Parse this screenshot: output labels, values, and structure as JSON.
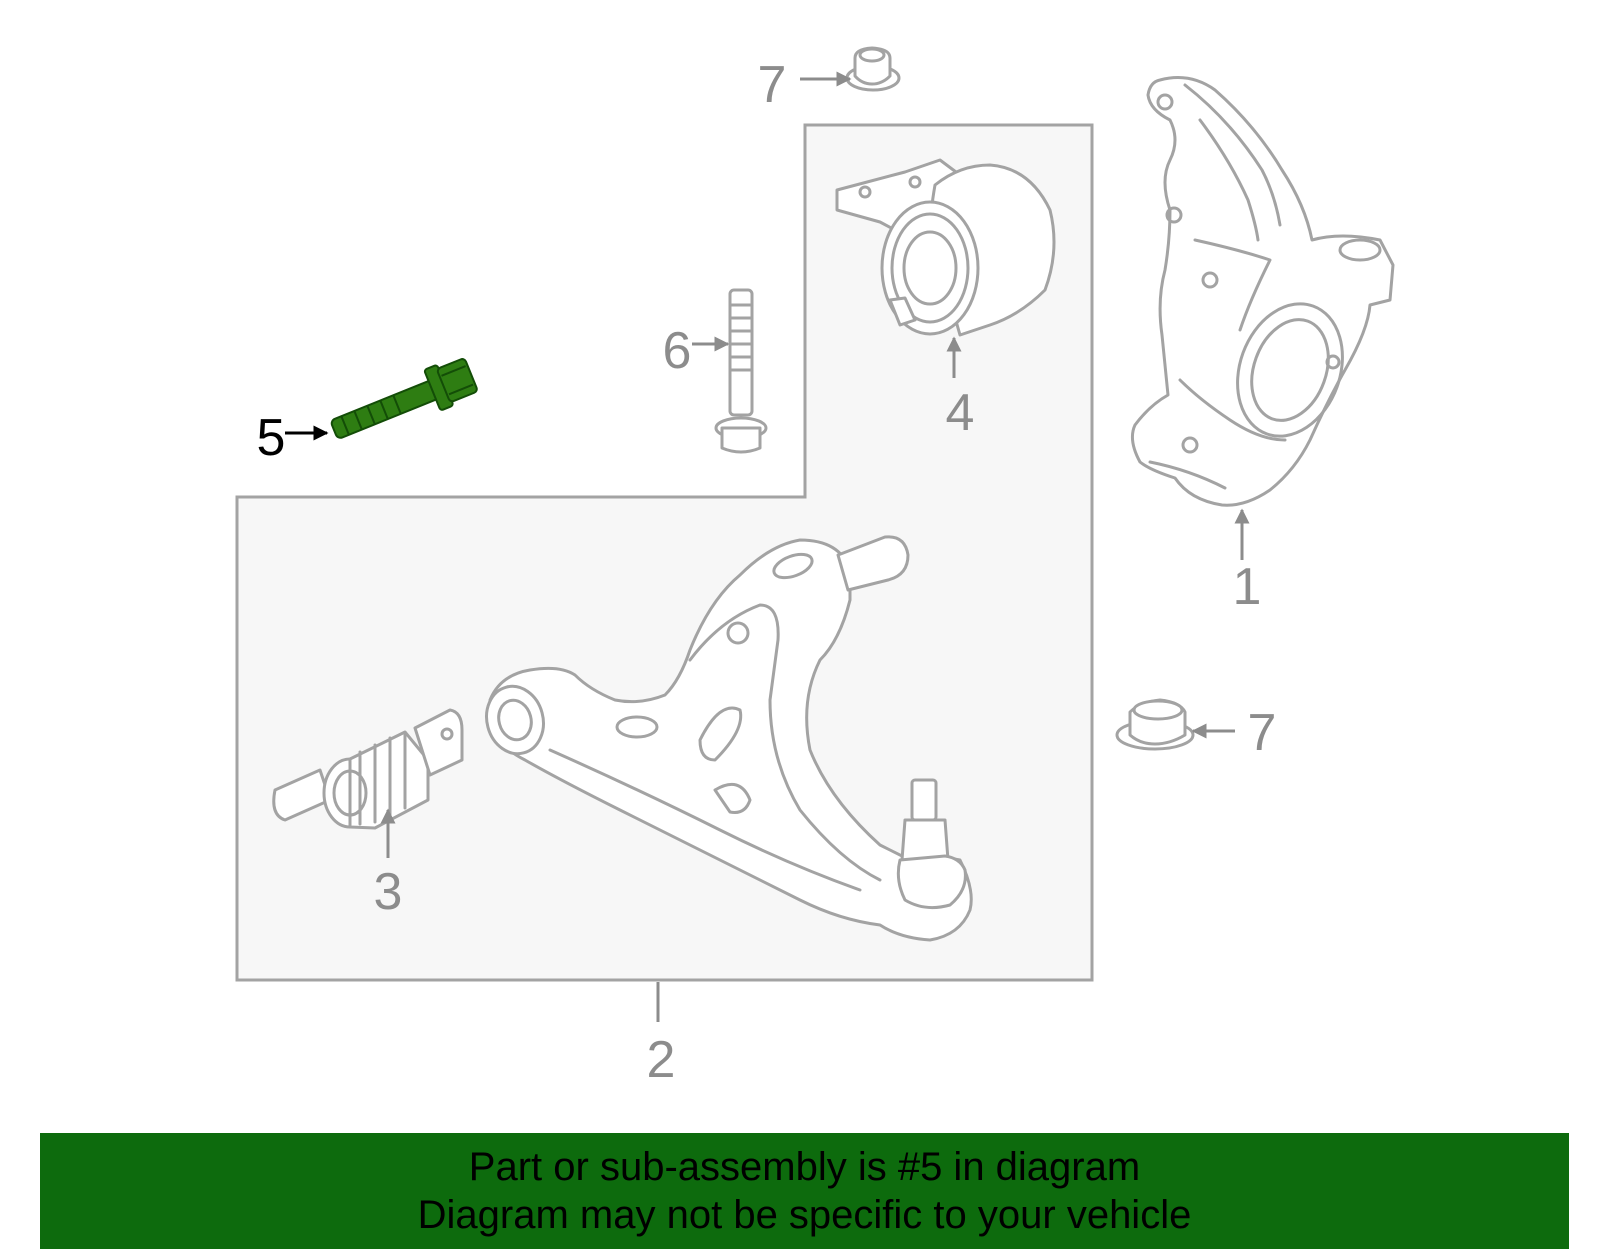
{
  "diagram": {
    "highlight_part": "5",
    "highlight_color": "#2e7d12",
    "line_color": "#a3a3a3",
    "box_fill": "#f7f7f7",
    "callouts": {
      "p1": "1",
      "p2": "2",
      "p3": "3",
      "p4": "4",
      "p5": "5",
      "p6": "6",
      "p7_top": "7",
      "p7_right": "7"
    }
  },
  "banner": {
    "line1": "Part or sub-assembly is #5 in diagram",
    "line2": "Diagram may not be specific to your vehicle",
    "background": "#0d6b0d"
  }
}
